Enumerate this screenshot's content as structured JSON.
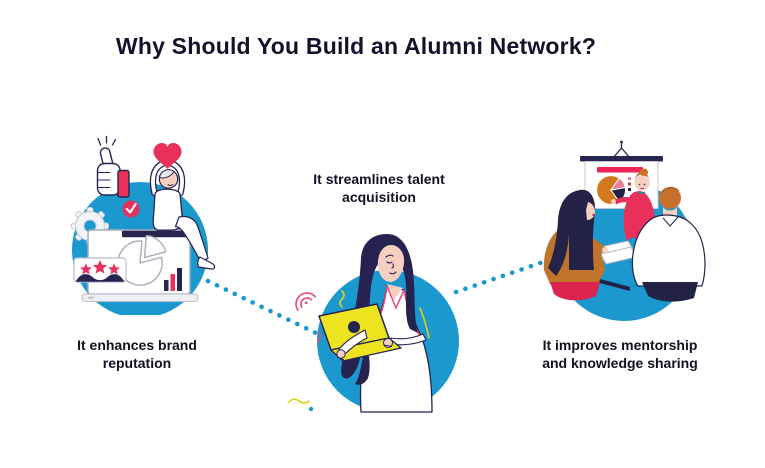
{
  "title": "Why Should You Build an Alumni Network?",
  "benefits": [
    {
      "label": "It enhances brand reputation",
      "caption_lines": [
        "It enhances brand",
        "reputation"
      ],
      "illustration_alt": "person celebrating with a heart above head, sitting on a laptop showing a pie chart, bar chart, star rating, thumbs-up, gear and check mark",
      "icon_names": [
        "thumbs-up-icon",
        "heart-icon",
        "check-icon",
        "gear-icon",
        "pie-chart",
        "bar-chart",
        "star-rating",
        "laptop"
      ],
      "rating_stars": 3
    },
    {
      "label": "It streamlines talent acquisition",
      "caption_lines": [
        "It streamlines talent",
        "acquisition"
      ],
      "illustration_alt": "woman with long dark hair in a white jacket holding a yellow laptop with wifi signal",
      "icon_names": [
        "laptop",
        "wifi-icon"
      ]
    },
    {
      "label": "It improves mentorship and knowledge sharing",
      "caption_lines": [
        "It improves mentorship",
        "and knowledge sharing"
      ],
      "illustration_alt": "presenter at a flip chart with a pie chart, two people seated at a blue meeting table with papers",
      "icon_names": [
        "presentation-board",
        "pie-chart",
        "meeting-table",
        "papers"
      ]
    }
  ],
  "connectors": [
    {
      "style": "dotted",
      "color": "#1b98ce",
      "from": "brand-reputation",
      "to": "talent-acquisition"
    },
    {
      "style": "dotted",
      "color": "#1b98ce",
      "from": "talent-acquisition",
      "to": "mentorship"
    }
  ],
  "colors": {
    "background": "#ffffff",
    "title_text": "#12122a",
    "caption_text": "#101020",
    "accent_blue": "#1b98ce",
    "navy": "#262450",
    "crimson": "#e8305a",
    "pink": "#e8467c",
    "orange_jacket": "#c1752c",
    "orange_pie": "#d2791f",
    "yellow": "#ece421",
    "skin": "#f6cfc0"
  }
}
